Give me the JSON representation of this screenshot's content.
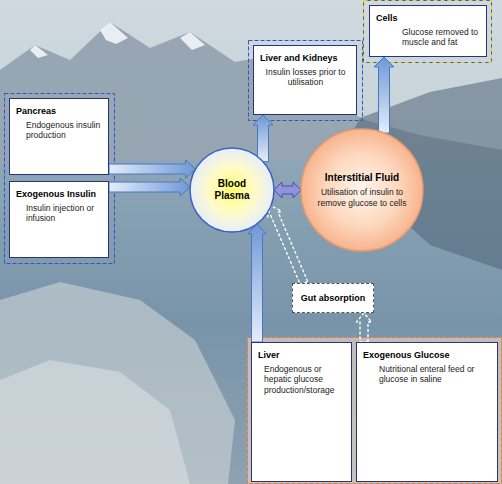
{
  "diagram": {
    "nodes": [
      {
        "text": [
          "Liver and Kidneys",
          "Insulin losses prior to utilisation"
        ]
      },
      {
        "text": [
          "Cells",
          "Glucose removed to muscle and fat"
        ]
      },
      {
        "text": [
          "Pancreas",
          "Endogenous insulin production"
        ]
      },
      {
        "text": [
          "Exogenous Insulin",
          "Insulin injection or infusion"
        ]
      },
      {
        "text": [
          "Blood Plasma"
        ]
      },
      {
        "text": [
          "Interstitial Fluid",
          "Utilisation of insulin to remove glucose to cells"
        ]
      },
      {
        "text": [
          "Gut absorption"
        ]
      },
      {
        "text": [
          "Liver",
          "Endogenous or hepatic glucose production/storage"
        ]
      },
      {
        "text": [
          "Exogenous Glucose",
          "Nutritional enteral feed or glucose in saline"
        ]
      }
    ],
    "edges": [
      {
        "from": 2,
        "to": 4,
        "arrow": "to"
      },
      {
        "from": 3,
        "to": 4,
        "arrow": "to"
      },
      {
        "from": 4,
        "to": 0,
        "arrow": "to"
      },
      {
        "from": 4,
        "to": 5,
        "arrow": "both"
      },
      {
        "from": 5,
        "to": 1,
        "arrow": "to"
      },
      {
        "from": 7,
        "to": 4,
        "arrow": "to"
      },
      {
        "from": 8,
        "to": 6,
        "arrow": "to"
      },
      {
        "from": 6,
        "to": 4,
        "arrow": "to"
      }
    ]
  }
}
